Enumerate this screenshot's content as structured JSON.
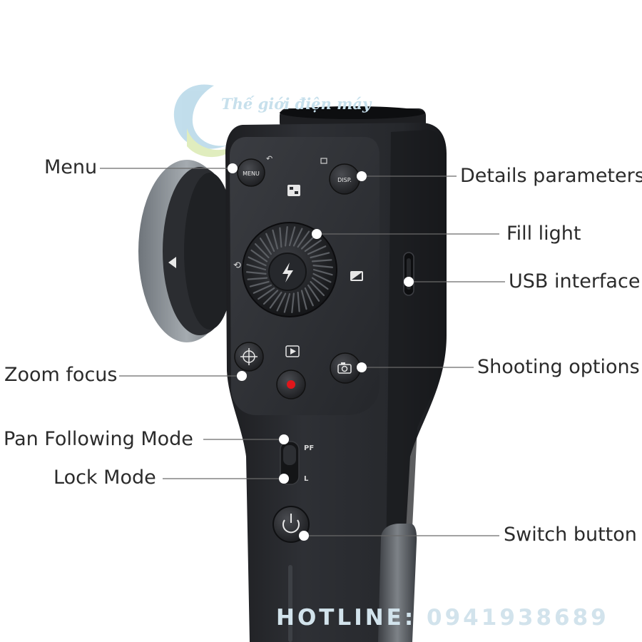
{
  "watermark": {
    "brand_text": "Thế giới điện máy",
    "hotline": "HOTLINE: 0941938689"
  },
  "labels": {
    "menu": "Menu",
    "details_parameters": "Details parameters",
    "fill_light": "Fill light",
    "usb_interface": "USB interface",
    "zoom_focus": "Zoom focus",
    "shooting_options": "Shooting options",
    "pan_following_mode": "Pan Following Mode",
    "lock_mode": "Lock Mode",
    "switch_button": "Switch button"
  },
  "device": {
    "menu_button_text": "MENU",
    "disp_button_text": "DISP.",
    "pf_switch_text": "PF",
    "l_switch_text": "L"
  },
  "colors": {
    "body": "#2a2c30",
    "body_dark": "#1b1c1f",
    "wheel_grey": "#8e949a",
    "record_red": "#e0161b",
    "leader_line": "#6a6a6a",
    "dot": "#ffffff"
  }
}
